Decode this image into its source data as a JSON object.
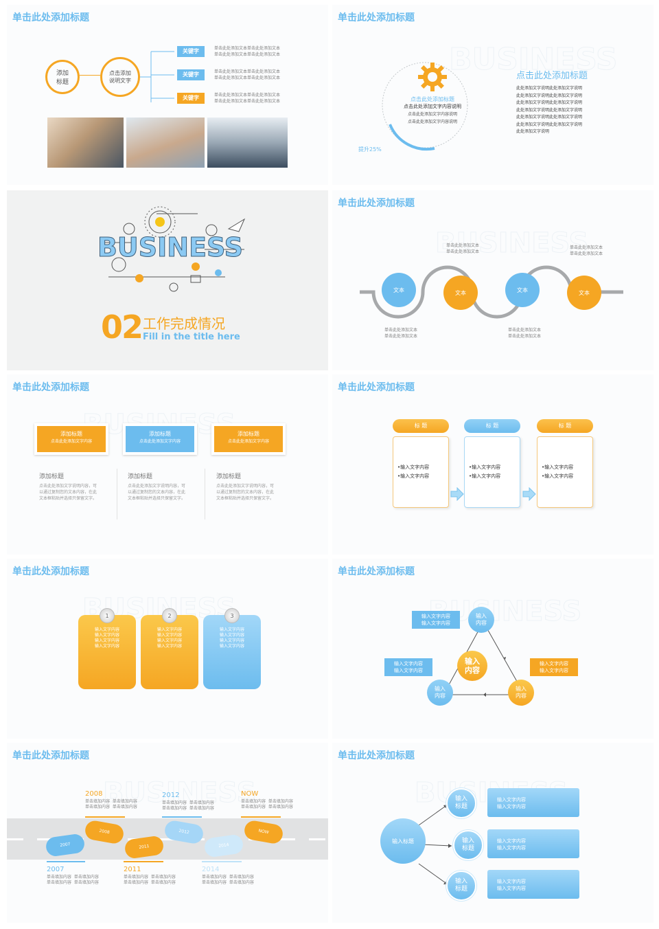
{
  "colors": {
    "blue": "#6cbcee",
    "orange": "#f5a623",
    "gray": "#9a9a9a"
  },
  "common": {
    "slide_title": "单击此处添加标题"
  },
  "s1": {
    "circle1": "添加\n标题",
    "circle2": "点击添加\n说明文字",
    "keywords": [
      "关键字",
      "关键字",
      "关键字"
    ],
    "kw_text": "单击此处添加文本单击此处添加文本\n单击此处添加文本单击此处添加文本"
  },
  "s2": {
    "circle_title": "点击此处添加标题",
    "circle_lines": [
      "点击此处添加文字内容说明",
      "点击此处添加文字内容说明",
      "点击此处添加文字内容说明"
    ],
    "percent": "提升25%",
    "heading": "点击此处添加标题",
    "lines": [
      "此处添加文字说明此处添加文字说明",
      "此处添加文字说明此处添加文字说明",
      "此处添加文字说明此处添加文字说明",
      "此处添加文字说明此处添加文字说明",
      "此处添加文字说明此处添加文字说明",
      "此处添加文字说明此处添加文字说明",
      "此处添加文字说明"
    ]
  },
  "s3": {
    "word": "BUSINESS",
    "number": "02",
    "title": "工作完成情况",
    "subtitle": "Fill in the title here"
  },
  "s4": {
    "circles": [
      "文本",
      "文本",
      "文本",
      "文本"
    ],
    "text": "单击此处添加文本\n单击此处添加文本"
  },
  "s5": {
    "boxes": [
      {
        "t": "添加标题",
        "s": "点击此处添加文字内容"
      },
      {
        "t": "添加标题",
        "s": "点击此处添加文字内容"
      },
      {
        "t": "添加标题",
        "s": "点击此处添加文字内容"
      }
    ],
    "col_titles": [
      "添加标题",
      "添加标题",
      "添加标题"
    ],
    "col_text": "点击此处添加文字说明内容，可以通过复制您的文本内容，在此文本框粘贴并选择只保留文字。"
  },
  "s6": {
    "headers": [
      "标 题",
      "标 题",
      "标 题"
    ],
    "items": [
      "•输入文字内容",
      "•输入文字内容"
    ]
  },
  "s7": {
    "nums": [
      "1",
      "2",
      "3"
    ],
    "lines": [
      "输入文字内容",
      "输入文字内容",
      "输入文字内容",
      "输入文字内容"
    ]
  },
  "s8": {
    "center": "输入\n内容",
    "nodes": [
      "输入\n内容",
      "输入\n内容",
      "输入\n内容"
    ],
    "labels": [
      "输入文字内容\n输入文字内容",
      "输入文字内容\n输入文字内容",
      "输入文字内容\n输入文字内容"
    ]
  },
  "s9": {
    "top": [
      {
        "y": "2008",
        "t": "单击填加内容  单击填加内容\n单击填加内容  单击填加内容"
      },
      {
        "y": "2012",
        "t": "单击填加内容  单击填加内容\n单击填加内容  单击填加内容"
      },
      {
        "y": "NOW",
        "t": "单击填加内容  单击填加内容\n单击填加内容  单击填加内容"
      }
    ],
    "bottom": [
      {
        "y": "2007",
        "t": "单击填加内容  单击填加内容\n单击填加内容  单击填加内容"
      },
      {
        "y": "2011",
        "t": "单击填加内容  单击填加内容\n单击填加内容  单击填加内容"
      },
      {
        "y": "2014",
        "t": "单击填加内容  单击填加内容\n单击填加内容  单击填加内容"
      }
    ],
    "feet": [
      "2007",
      "2008",
      "2011",
      "2012",
      "2014",
      "NOW"
    ]
  },
  "s10": {
    "center": "输入标题",
    "nodes": [
      "输入\n标题",
      "输入\n标题",
      "输入\n标题"
    ],
    "box": "输入文字内容\n输入文字内容"
  }
}
